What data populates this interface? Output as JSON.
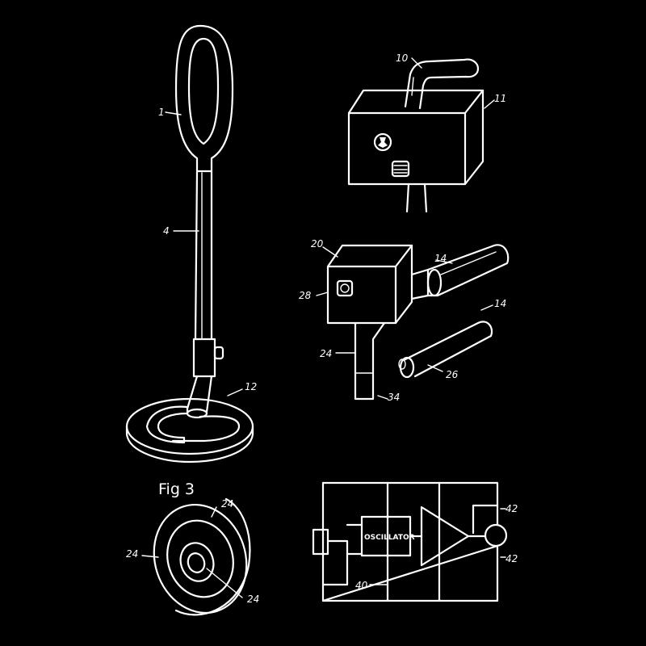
{
  "labels": {
    "detector_handle": "1",
    "detector_shaft": "4",
    "detector_coil": "12",
    "box_handle": "10",
    "box_housing": "11",
    "probe_head": "20",
    "probe_connector": "28",
    "probe_tube_top": "14",
    "probe_tube_loose": "14",
    "probe_stem": "24",
    "probe_tip": "34",
    "tube_part": "26",
    "coil_outer_top": "24",
    "coil_outer_left": "24",
    "coil_inner": "24",
    "circuit_node": "40",
    "output_top": "42",
    "output_bottom": "42"
  },
  "figure_title": "Fig 3",
  "circuit": {
    "oscillator_label": "OSCILLATOR"
  },
  "colors": {
    "background": "#000000",
    "line": "#ffffff"
  }
}
